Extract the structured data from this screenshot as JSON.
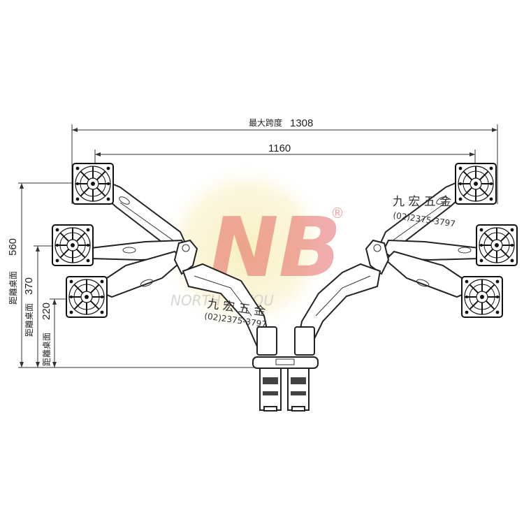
{
  "dimensions": {
    "max_span": {
      "label": "最大跨度",
      "value": "1308"
    },
    "inner_span": {
      "value": "1160"
    },
    "heights": [
      {
        "value": "560",
        "label": "距離桌面"
      },
      {
        "value": "370",
        "label": "距離桌面"
      },
      {
        "value": "220",
        "label": "距離桌面"
      }
    ]
  },
  "watermarks": {
    "shop_name": "九 宏 五 金",
    "phone_1": "(02)2375-3797",
    "phone_2": "(02)2375-3797",
    "shop_name_2": "九 宏 五 金"
  },
  "logo": {
    "text": "NB",
    "registered": "®",
    "subtext": "NORTH BAYOU",
    "colors": {
      "red": "#e04b4b",
      "yellow": "#f3e7a0"
    }
  }
}
